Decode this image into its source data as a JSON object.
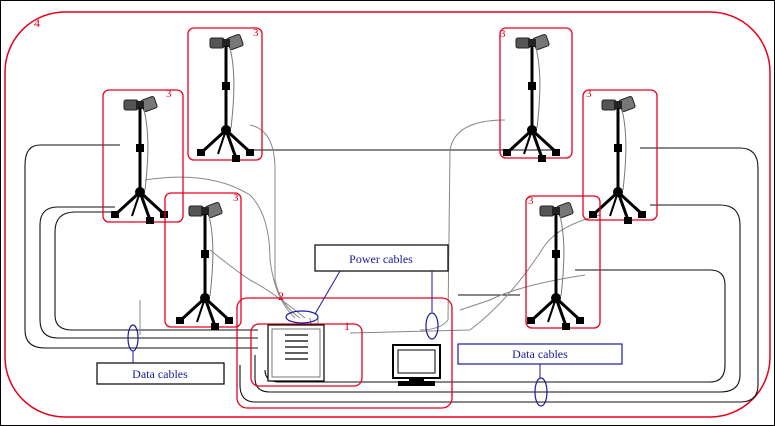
{
  "diagram": {
    "labels": {
      "enclosure": "4",
      "station_box": "2",
      "computer_box": "1",
      "tripod_tag": "3"
    },
    "callouts": {
      "power_cables": "Power cables",
      "data_cables_left": "Data cables",
      "data_cables_right": "Data cables"
    },
    "colors": {
      "boundary": "#e8001c",
      "cable": "#000000",
      "callout_box": "#000000",
      "callout_ellipse": "#1a1aa0",
      "background": "#ffffff"
    },
    "icons": [
      "tripod-camera-icon",
      "computer-unit-icon",
      "monitor-icon"
    ]
  }
}
